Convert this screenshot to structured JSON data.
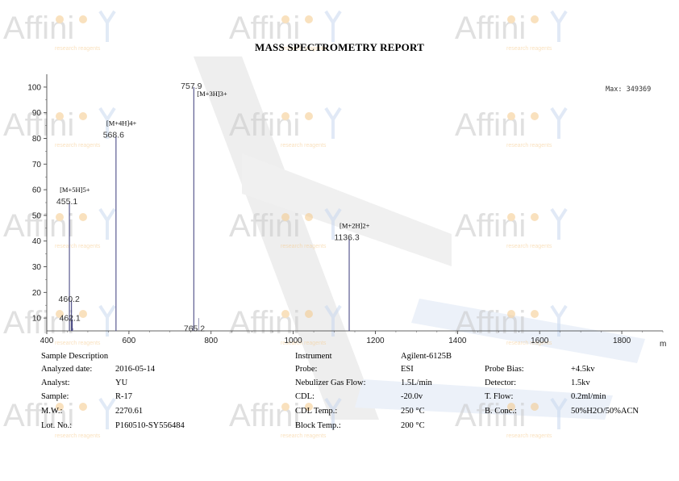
{
  "report": {
    "title": "MASS SPECTROMETRY REPORT"
  },
  "watermark": {
    "brand": "Affinity",
    "tagline": "research reagents",
    "color_gray": "#c8c8c8",
    "color_orange": "#f5c98a",
    "color_blue": "#c9d8ef"
  },
  "chart_data": {
    "type": "bar",
    "title": "",
    "xlabel": "",
    "x_unit": "m",
    "ylabel": "",
    "xlim": [
      400,
      1900
    ],
    "ylim": [
      5,
      105
    ],
    "xticks": [
      400,
      600,
      800,
      1000,
      1200,
      1400,
      1600,
      1800
    ],
    "yticks": [
      10,
      20,
      30,
      40,
      50,
      60,
      70,
      80,
      90,
      100
    ],
    "max_label": "Max: 349369",
    "peak_color": "#3a3a7a",
    "peaks": [
      {
        "mz": 455.1,
        "intensity": 55,
        "label": "455.1",
        "annotation": "[M+5H]5+"
      },
      {
        "mz": 460.2,
        "intensity": 17,
        "label": "460.2",
        "annotation": ""
      },
      {
        "mz": 462.1,
        "intensity": 9.5,
        "label": "462.1",
        "annotation": ""
      },
      {
        "mz": 568.6,
        "intensity": 81,
        "label": "568.6",
        "annotation": "[M+4H]4+"
      },
      {
        "mz": 757.9,
        "intensity": 100,
        "label": "757.9",
        "annotation": "[M+3H]3+"
      },
      {
        "mz": 765.2,
        "intensity": 5.5,
        "label": "765.2",
        "annotation": ""
      },
      {
        "mz": 1136.3,
        "intensity": 41,
        "label": "1136.3",
        "annotation": "[M+2H]2+"
      }
    ],
    "minor_peaks": [
      {
        "mz": 463.5,
        "intensity": 6
      },
      {
        "mz": 755.0,
        "intensity": 7
      },
      {
        "mz": 770.0,
        "intensity": 10
      },
      {
        "mz": 1140.0,
        "intensity": 5
      }
    ]
  },
  "info": {
    "sample_description_label": "Sample Description",
    "analyzed_date_label": "Analyzed date:",
    "analyzed_date": "2016-05-14",
    "analyst_label": "Analyst:",
    "analyst": "YU",
    "sample_label": "Sample:",
    "sample": "R-17",
    "mw_label": "M.W.:",
    "mw": "2270.61",
    "lot_label": "Lot. No.:",
    "lot": "P160510-SY556484",
    "instrument_label": "Instrument",
    "instrument": "Agilent-6125B",
    "probe_label": "Probe:",
    "probe": "ESI",
    "nebulizer_label": "Nebulizer Gas Flow:",
    "nebulizer": "1.5L/min",
    "cdl_label": "CDL:",
    "cdl": "-20.0v",
    "cdl_temp_label": "CDL Temp.:",
    "cdl_temp": "250 °C",
    "block_temp_label": "Block Temp.:",
    "block_temp": "200 °C",
    "probe_bias_label": "Probe Bias:",
    "probe_bias": "+4.5kv",
    "detector_label": "Detector:",
    "detector": "1.5kv",
    "t_flow_label": "T. Flow:",
    "t_flow": "0.2ml/min",
    "b_conc_label": "B. Conc.:",
    "b_conc": "50%H2O/50%ACN"
  }
}
